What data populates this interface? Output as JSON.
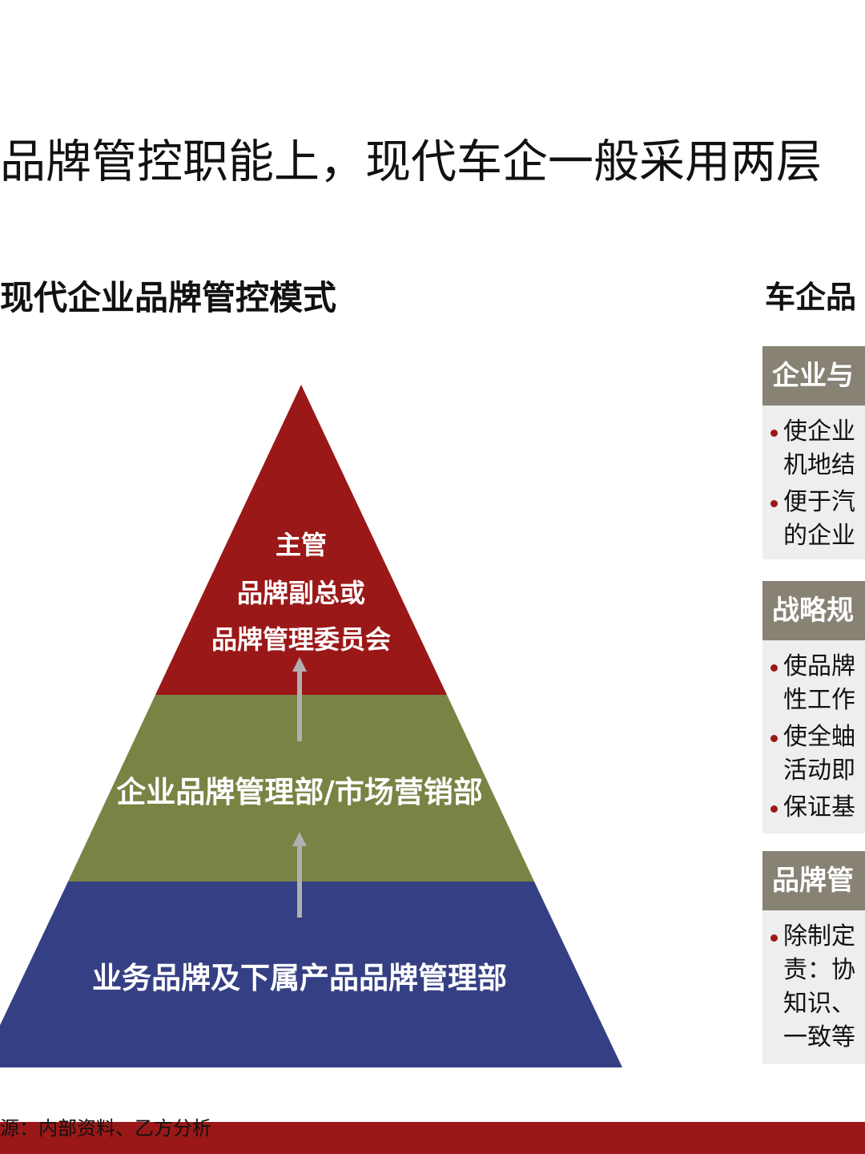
{
  "title": "品牌管控职能上，现代车企一般采用两层",
  "left_heading": "现代企业品牌管控模式",
  "right_heading": "车企品",
  "pyramid": {
    "top": {
      "lines": [
        "主管",
        "品牌副总或",
        "品牌管理委员会"
      ],
      "color": "#9b1818"
    },
    "middle": {
      "label": "企业品牌管理部/市场营销部",
      "color": "#7a8244"
    },
    "bottom": {
      "label": "业务品牌及下属产品品牌管理部",
      "color": "#354084"
    },
    "arrow_color": "#b0b0b0"
  },
  "panels": [
    {
      "header": "企业与",
      "bullets": [
        [
          "使企业",
          "机地结"
        ],
        [
          "便于汽",
          "的企业"
        ]
      ]
    },
    {
      "header": "战略规",
      "bullets": [
        [
          "使品牌",
          "性工作"
        ],
        [
          "使全蚰",
          "活动即"
        ],
        [
          "保证基"
        ]
      ]
    },
    {
      "header": "品牌管",
      "bullets": [
        [
          "除制定",
          "责：协",
          "知识、",
          "一致等"
        ]
      ]
    }
  ],
  "source": "源：内部资料、乙方分析",
  "colors": {
    "panel_header": "#878274",
    "panel_body": "#eeeeee",
    "footer": "#9b1818"
  }
}
